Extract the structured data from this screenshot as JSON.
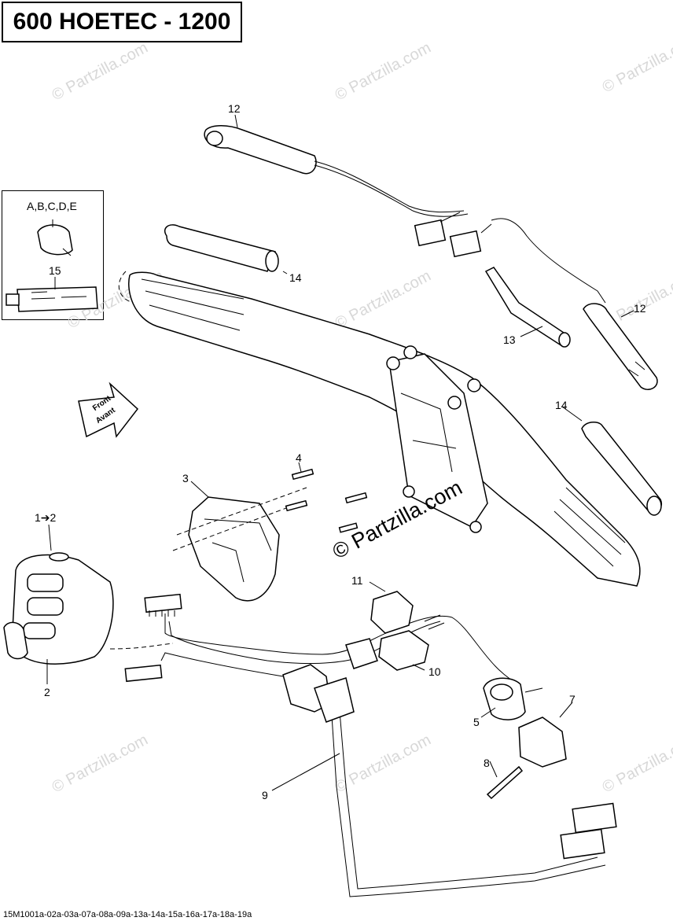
{
  "title": "600 HOETEC - 1200",
  "inset": {
    "label_abcde": "A,B,C,D,E",
    "label_15": "15"
  },
  "front_arrow": {
    "line1": "Front",
    "line2": "Avant"
  },
  "callouts": {
    "c12_top": "12",
    "c14_top": "14",
    "c13": "13",
    "c12_right": "12",
    "c14_right": "14",
    "c4": "4",
    "c3": "3",
    "c1to2": "1➔2",
    "c2": "2",
    "c11": "11",
    "c10": "10",
    "c5": "5",
    "c7": "7",
    "c8": "8",
    "c9": "9"
  },
  "watermark": "© Partzilla.com",
  "footer_code": "15M1001a-02a-03a-07a-08a-09a-13a-14a-15a-16a-17a-18a-19a"
}
